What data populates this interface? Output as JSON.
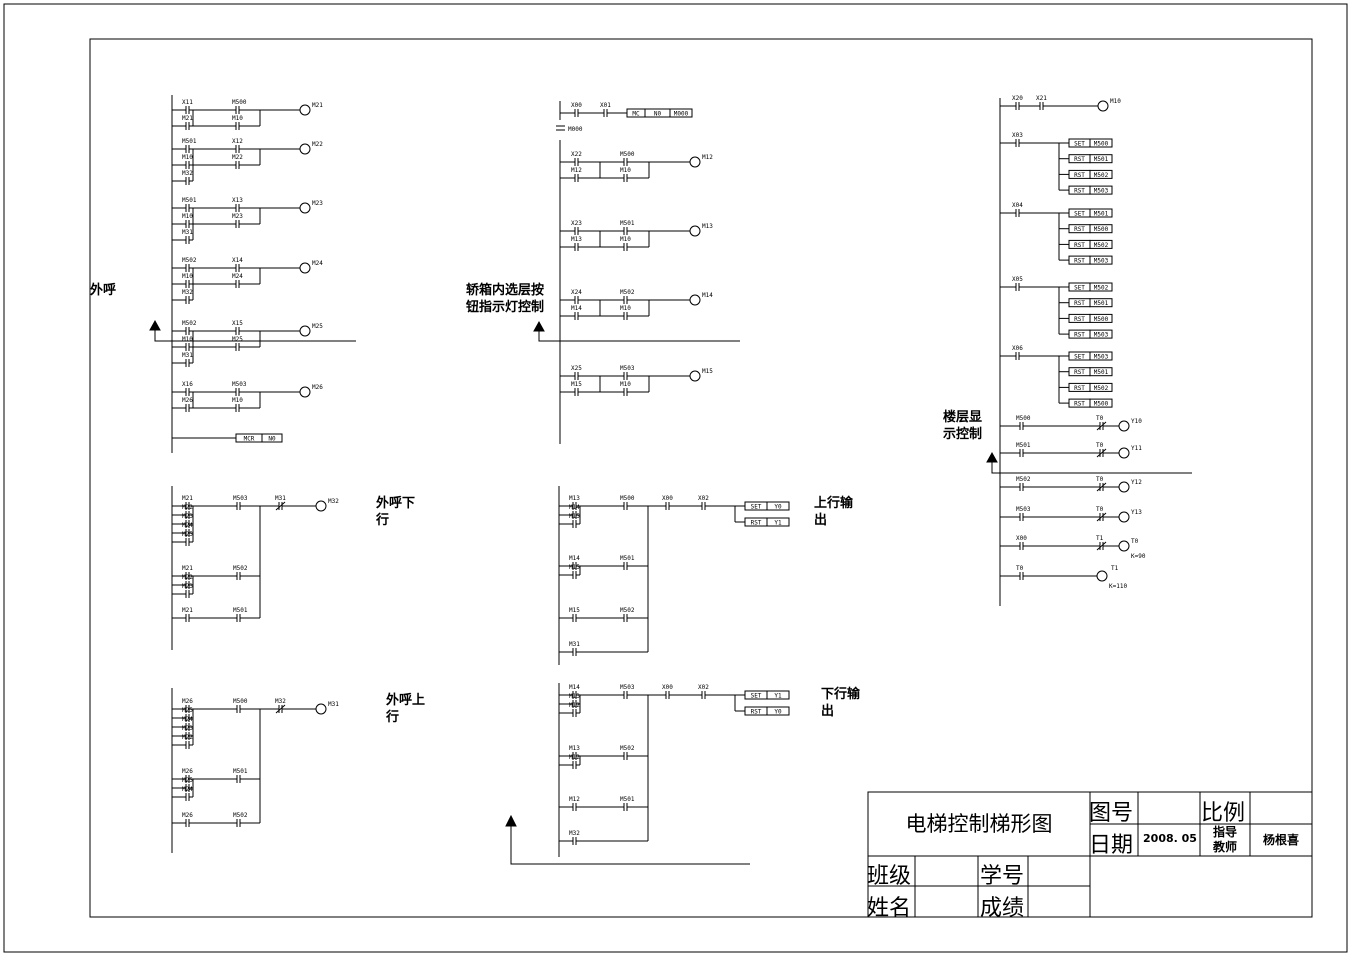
{
  "section_labels": {
    "outer_call": "外呼",
    "car_button_light": "轿箱内选层按\n钮指示灯控制",
    "floor_display": "楼层显\n示控制",
    "outer_call_down": "外呼下\n行",
    "outer_call_up": "外呼上\n行",
    "up_output": "上行输\n出",
    "down_output": "下行输\n出"
  },
  "title_block": {
    "drawing_title": "电梯控制梯形图",
    "fig_no_label": "图号",
    "fig_no_value": "",
    "scale_label": "比例",
    "scale_value": "",
    "date_label": "日期",
    "date_value": "2008. 05",
    "instructor_label": "指导\n教师",
    "instructor_value": "杨根喜",
    "class_label": "班级",
    "class_value": "",
    "student_no_label": "学号",
    "student_no_value": "",
    "name_label": "姓名",
    "name_value": "",
    "grade_label": "成绩",
    "grade_value": ""
  },
  "ladder": {
    "outer_call": {
      "rungs": [
        {
          "contacts": [
            "X11",
            "M500"
          ],
          "parallel": [
            "M21",
            "M10"
          ],
          "coil": "M21"
        },
        {
          "contacts": [
            "M501",
            "X12"
          ],
          "parallel": [
            "M10",
            "M22",
            "M32"
          ],
          "coil": "M22"
        },
        {
          "contacts": [
            "M501",
            "X13"
          ],
          "parallel": [
            "M10",
            "M23",
            "M31"
          ],
          "coil": "M23"
        },
        {
          "contacts": [
            "M502",
            "X14"
          ],
          "parallel": [
            "M10",
            "M24",
            "M32"
          ],
          "coil": "M24"
        },
        {
          "contacts": [
            "M502",
            "X15"
          ],
          "parallel": [
            "M10",
            "M25",
            "M31"
          ],
          "coil": "M25"
        },
        {
          "contacts": [
            "X16",
            "M503"
          ],
          "parallel": [
            "M26",
            "M10"
          ],
          "coil": "M26"
        }
      ],
      "instr": [
        "MCR",
        "N0"
      ]
    },
    "car_button": {
      "mc": {
        "contacts": [
          "X00",
          "X01"
        ],
        "instr": [
          "MC",
          "N0",
          "M000"
        ],
        "bus": "M000"
      },
      "rungs": [
        {
          "contacts": [
            "X22",
            "M500"
          ],
          "parallel": [
            "M12",
            "M10"
          ],
          "coil": "M12"
        },
        {
          "contacts": [
            "X23",
            "M501"
          ],
          "parallel": [
            "M13",
            "M10"
          ],
          "coil": "M13"
        },
        {
          "contacts": [
            "X24",
            "M502"
          ],
          "parallel": [
            "M14",
            "M10"
          ],
          "coil": "M14"
        },
        {
          "contacts": [
            "X25",
            "M503"
          ],
          "parallel": [
            "M15",
            "M10"
          ],
          "coil": "M15"
        }
      ]
    },
    "floor_display": {
      "rung0": {
        "contacts": [
          "X20",
          "X21"
        ],
        "coil": "M10"
      },
      "set_groups": [
        {
          "input": "X03",
          "ops": [
            [
              "SET",
              "M500"
            ],
            [
              "RST",
              "M501"
            ],
            [
              "RST",
              "M502"
            ],
            [
              "RST",
              "M503"
            ]
          ]
        },
        {
          "input": "X04",
          "ops": [
            [
              "SET",
              "M501"
            ],
            [
              "RST",
              "M500"
            ],
            [
              "RST",
              "M502"
            ],
            [
              "RST",
              "M503"
            ]
          ]
        },
        {
          "input": "X05",
          "ops": [
            [
              "SET",
              "M502"
            ],
            [
              "RST",
              "M501"
            ],
            [
              "RST",
              "M500"
            ],
            [
              "RST",
              "M503"
            ]
          ]
        },
        {
          "input": "X06",
          "ops": [
            [
              "SET",
              "M503"
            ],
            [
              "RST",
              "M501"
            ],
            [
              "RST",
              "M502"
            ],
            [
              "RST",
              "M500"
            ]
          ]
        }
      ],
      "outputs": [
        {
          "c1": "M500",
          "c2": "T0",
          "coil": "Y10",
          "note": ""
        },
        {
          "c1": "M501",
          "c2": "T0",
          "coil": "Y11",
          "note": ""
        },
        {
          "c1": "M502",
          "c2": "T0",
          "coil": "Y12",
          "note": ""
        },
        {
          "c1": "M503",
          "c2": "T0",
          "coil": "Y13",
          "note": ""
        },
        {
          "c1": "X00",
          "c2": "T1",
          "coil": "T0",
          "note": "K=90"
        },
        {
          "c1": "T0",
          "c2": "",
          "coil": "T1",
          "note": "K=110"
        }
      ]
    },
    "outer_down": {
      "branches": [
        {
          "stack": [
            "M21",
            "M22",
            "M23",
            "M24",
            "M25"
          ],
          "mid": "M503"
        },
        {
          "stack": [
            "M21",
            "M22",
            "M23"
          ],
          "mid": "M502"
        },
        {
          "stack": [
            "M21"
          ],
          "mid": "M501"
        }
      ],
      "series": "M31",
      "coil": "M32"
    },
    "outer_up": {
      "branches": [
        {
          "stack": [
            "M26",
            "M25",
            "M24",
            "M23",
            "M22"
          ],
          "mid": "M500"
        },
        {
          "stack": [
            "M26",
            "M25",
            "M24"
          ],
          "mid": "M501"
        },
        {
          "stack": [
            "M26"
          ],
          "mid": "M502"
        }
      ],
      "series": "M32",
      "coil": "M31"
    },
    "up_out": {
      "branches": [
        {
          "stack": [
            "M13",
            "M14",
            "M15"
          ],
          "mid": "M500"
        },
        {
          "stack": [
            "M14",
            "M15"
          ],
          "mid": "M501"
        },
        {
          "stack": [
            "M15"
          ],
          "mid": "M502"
        },
        {
          "stack": [
            "M31"
          ],
          "mid": ""
        }
      ],
      "series": [
        "X00",
        "X02"
      ],
      "ops": [
        [
          "SET",
          "Y0"
        ],
        [
          "RST",
          "Y1"
        ]
      ]
    },
    "down_out": {
      "branches": [
        {
          "stack": [
            "M14",
            "M13",
            "M12"
          ],
          "mid": "M503"
        },
        {
          "stack": [
            "M13",
            "M12"
          ],
          "mid": "M502"
        },
        {
          "stack": [
            "M12"
          ],
          "mid": "M501"
        },
        {
          "stack": [
            "M32"
          ],
          "mid": ""
        }
      ],
      "series": [
        "X00",
        "X02"
      ],
      "ops": [
        [
          "SET",
          "Y1"
        ],
        [
          "RST",
          "Y0"
        ]
      ]
    }
  }
}
